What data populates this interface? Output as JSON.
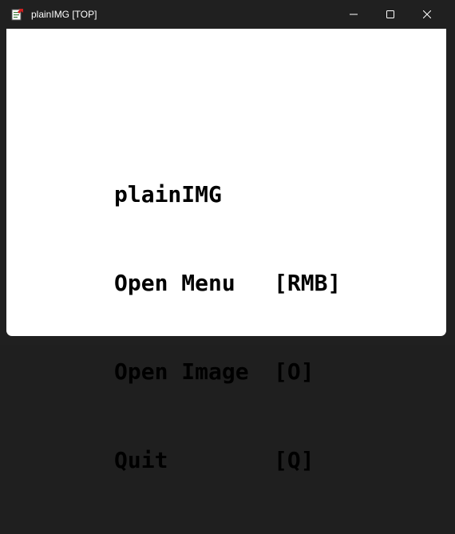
{
  "window": {
    "title": "plainIMG [TOP]"
  },
  "caption_buttons": {
    "minimize_icon": "minimize-icon",
    "maximize_icon": "maximize-icon",
    "close_icon": "close-icon"
  },
  "content": {
    "heading": "plainIMG",
    "items": [
      {
        "label": "Open Menu",
        "key": "[RMB]"
      },
      {
        "label": "Open Image",
        "key": "[O]"
      },
      {
        "label": "Quit",
        "key": "[Q]"
      }
    ]
  },
  "colors": {
    "titlebar": "#202020",
    "client_background": "#ffffff",
    "text": "#000000"
  }
}
